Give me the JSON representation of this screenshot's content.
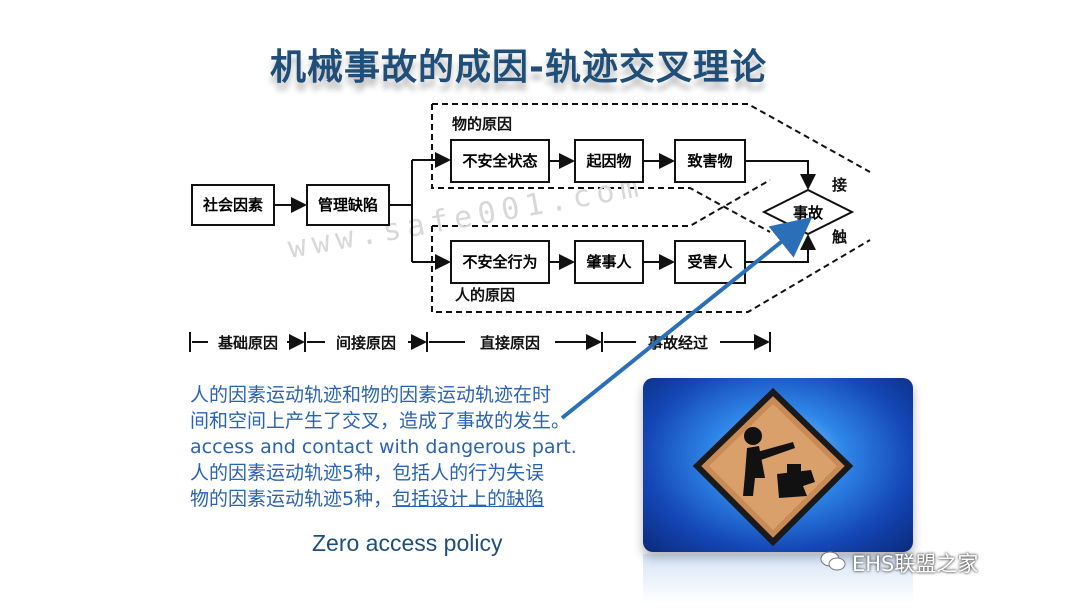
{
  "title": "机械事故的成因-轨迹交叉理论",
  "diagram": {
    "social_factor": "社会因素",
    "mgmt_defect": "管理缺陷",
    "material_cause": "物的原因",
    "human_cause": "人的原因",
    "unsafe_state": "不安全状态",
    "causing_object": "起因物",
    "harmful_object": "致害物",
    "unsafe_act": "不安全行为",
    "perpetrator": "肇事人",
    "victim": "受害人",
    "accident": "事故",
    "contact_1": "接",
    "contact_2": "触",
    "watermark": "www.safe001.com",
    "stages": [
      "基础原因",
      "间接原因",
      "直接原因",
      "事故经过"
    ]
  },
  "text": {
    "line1": "人的因素运动轨迹和物的因素运动轨迹在时",
    "line2": "间和空间上产生了交叉，造成了事故的发生。",
    "line3": "access and contact with dangerous part.",
    "line4": "人的因素运动轨迹5种，包括人的行为失误",
    "line5_a": "物的因素运动轨迹5种，",
    "line5_b": "包括设计上的缺陷",
    "policy": "Zero access policy"
  },
  "wechat_watermark": "EHS联盟之家",
  "colors": {
    "title": "#1f4e79",
    "body": "#2a63b4",
    "arrow": "#2a6fb8"
  }
}
